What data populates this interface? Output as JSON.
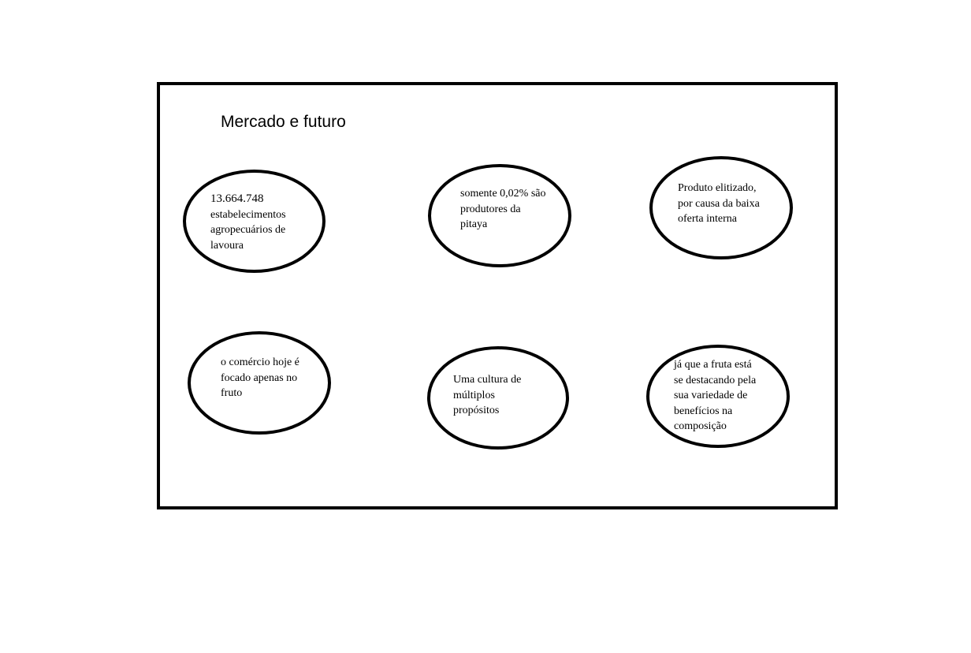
{
  "diagram": {
    "title": "Mercado e futuro",
    "nodes": [
      {
        "id": "n1",
        "text": "13.664.748\nestabelecimentos\nagropecuários de\nlavoura"
      },
      {
        "id": "n2",
        "text": "somente 0,02% são\nprodutores da\npitaya"
      },
      {
        "id": "n3",
        "text": "Produto elitizado,\npor causa da baixa\noferta interna"
      },
      {
        "id": "n4",
        "text": "o comércio hoje é\nfocado apenas no\nfruto"
      },
      {
        "id": "n5",
        "text": "Uma cultura de\nmúltiplos\npropósitos"
      },
      {
        "id": "n6",
        "text": "já que a fruta está\nse destacando pela\nsua variedade de\nbenefícios na\ncomposição"
      }
    ]
  }
}
